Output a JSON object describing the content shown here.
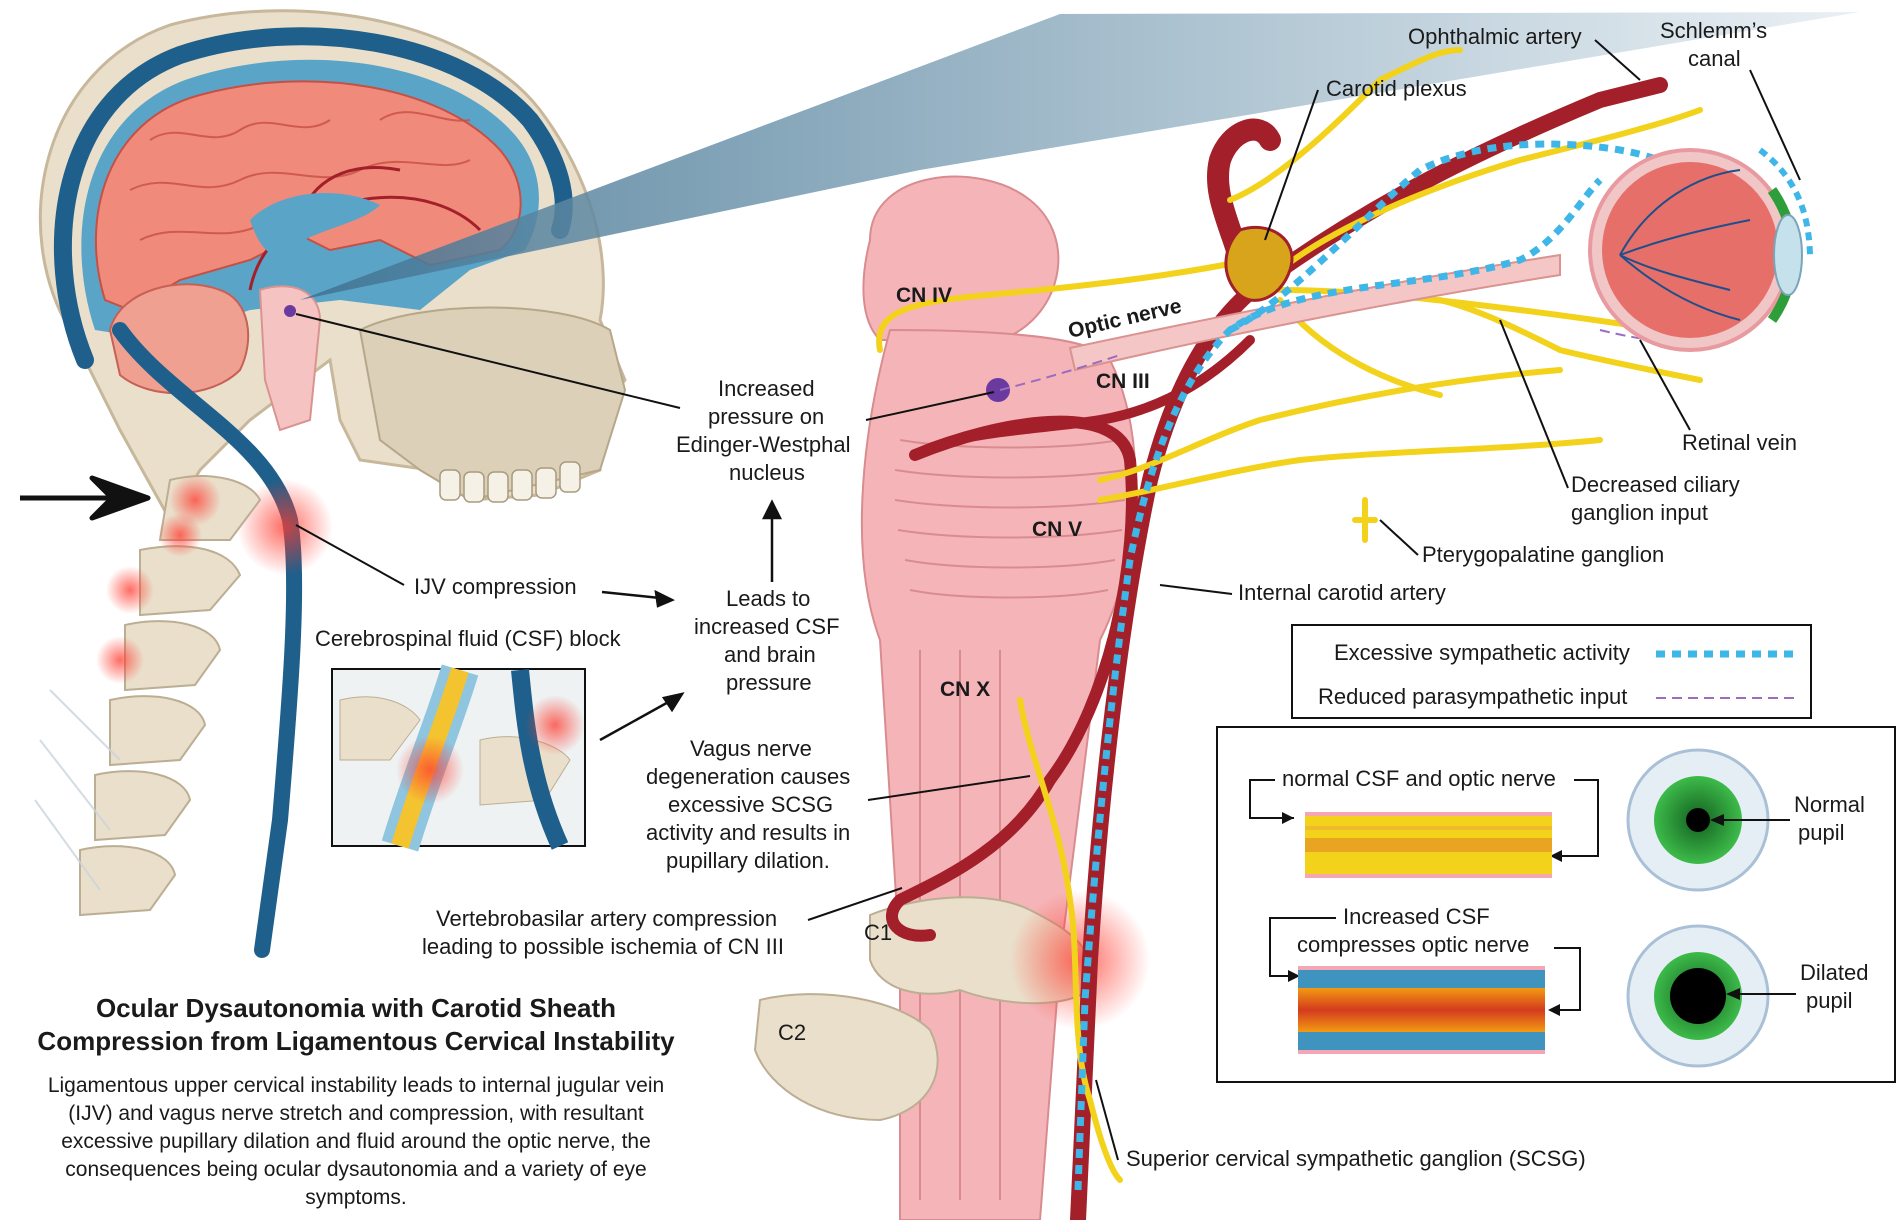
{
  "title": {
    "line1": "Ocular Dysautonomia with Carotid Sheath",
    "line2": "Compression from Ligamentous Cervical Instability"
  },
  "description": {
    "line1": "Ligamentous upper cervical instability leads to internal jugular vein",
    "line2": "(IJV) and vagus nerve stretch and compression, with resultant",
    "line3": "excessive pupillary dilation and fluid around the optic nerve, the",
    "line4": "consequences being ocular dysautonomia and a variety of eye",
    "line5": "symptoms."
  },
  "labels": {
    "ophthalmic_artery": "Ophthalmic artery",
    "schlemms_canal_1": "Schlemm’s",
    "schlemms_canal_2": "canal",
    "carotid_plexus": "Carotid plexus",
    "cn_iv": "CN IV",
    "optic_nerve": "Optic nerve",
    "cn_iii": "CN III",
    "cn_v": "CN V",
    "cn_x": "CN X",
    "retinal_vein": "Retinal vein",
    "decreased_ciliary_1": "Decreased ciliary",
    "decreased_ciliary_2": "ganglion input",
    "pterygopalatine": "Pterygopalatine ganglion",
    "internal_carotid": "Internal carotid artery",
    "increased_pressure_1": "Increased",
    "increased_pressure_2": "pressure on",
    "increased_pressure_3": "Edinger-Westphal",
    "increased_pressure_4": "nucleus",
    "ijv_compression": "IJV compression",
    "csf_block": "Cerebrospinal fluid (CSF) block",
    "leads_to_1": "Leads to",
    "leads_to_2": "increased CSF",
    "leads_to_3": "and brain",
    "leads_to_4": "pressure",
    "vagus_1": "Vagus nerve",
    "vagus_2": "degeneration causes",
    "vagus_3": "excessive SCSG",
    "vagus_4": "activity and results in",
    "vagus_5": "pupillary dilation.",
    "vertebrobasilar_1": "Vertebrobasilar artery compression",
    "vertebrobasilar_2": "leading to possible ischemia of CN III",
    "c1": "C1",
    "c2": "C2",
    "scsg": "Superior cervical sympathetic ganglion (SCSG)"
  },
  "legend": {
    "sympathetic": "Excessive sympathetic activity",
    "parasympathetic": "Reduced parasympathetic input"
  },
  "inset": {
    "normal_csf": "normal CSF and optic nerve",
    "increased_csf_1": "Increased CSF",
    "increased_csf_2": "compresses optic nerve",
    "normal_pupil_1": "Normal",
    "normal_pupil_2": "pupil",
    "dilated_pupil_1": "Dilated",
    "dilated_pupil_2": "pupil"
  },
  "colors": {
    "artery": "#a3202a",
    "vein": "#1f5f8b",
    "nerve": "#f2d21b",
    "brain": "#f08a7a",
    "bone": "#e8dcc8",
    "brainstem": "#f5b5b8",
    "sympathetic": "#3fb6e8",
    "parasympathetic": "#9a6bc0",
    "iris": "#2e9e3a"
  }
}
